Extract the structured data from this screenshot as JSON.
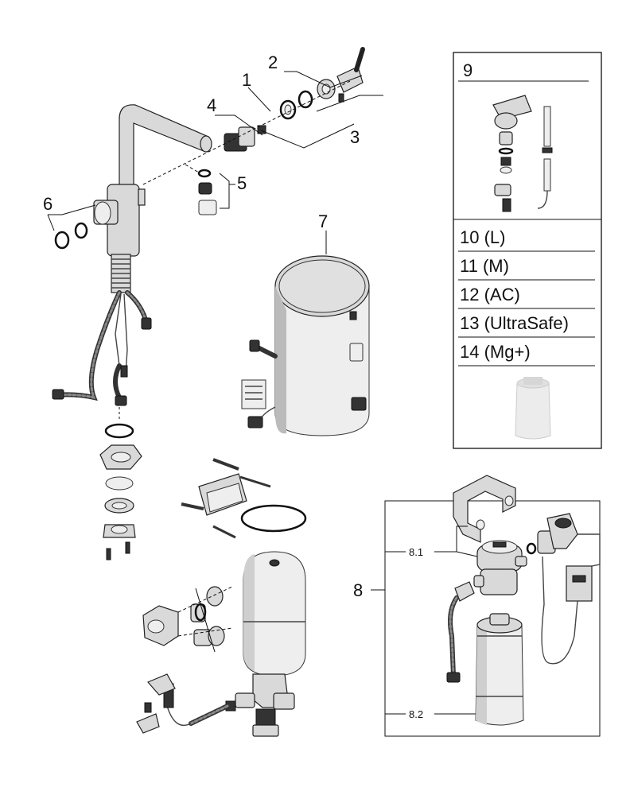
{
  "callouts": {
    "c1": "1",
    "c2": "2",
    "c3": "3",
    "c4": "4",
    "c5": "5",
    "c6": "6",
    "c7": "7",
    "c8": "8",
    "c8_1": "8.1",
    "c8_2": "8.2",
    "c9": "9"
  },
  "options_panel": {
    "rows": [
      "10 (L)",
      "11 (M)",
      "12 (AC)",
      "13 (UltraSafe)",
      "14 (Mg+)"
    ]
  }
}
